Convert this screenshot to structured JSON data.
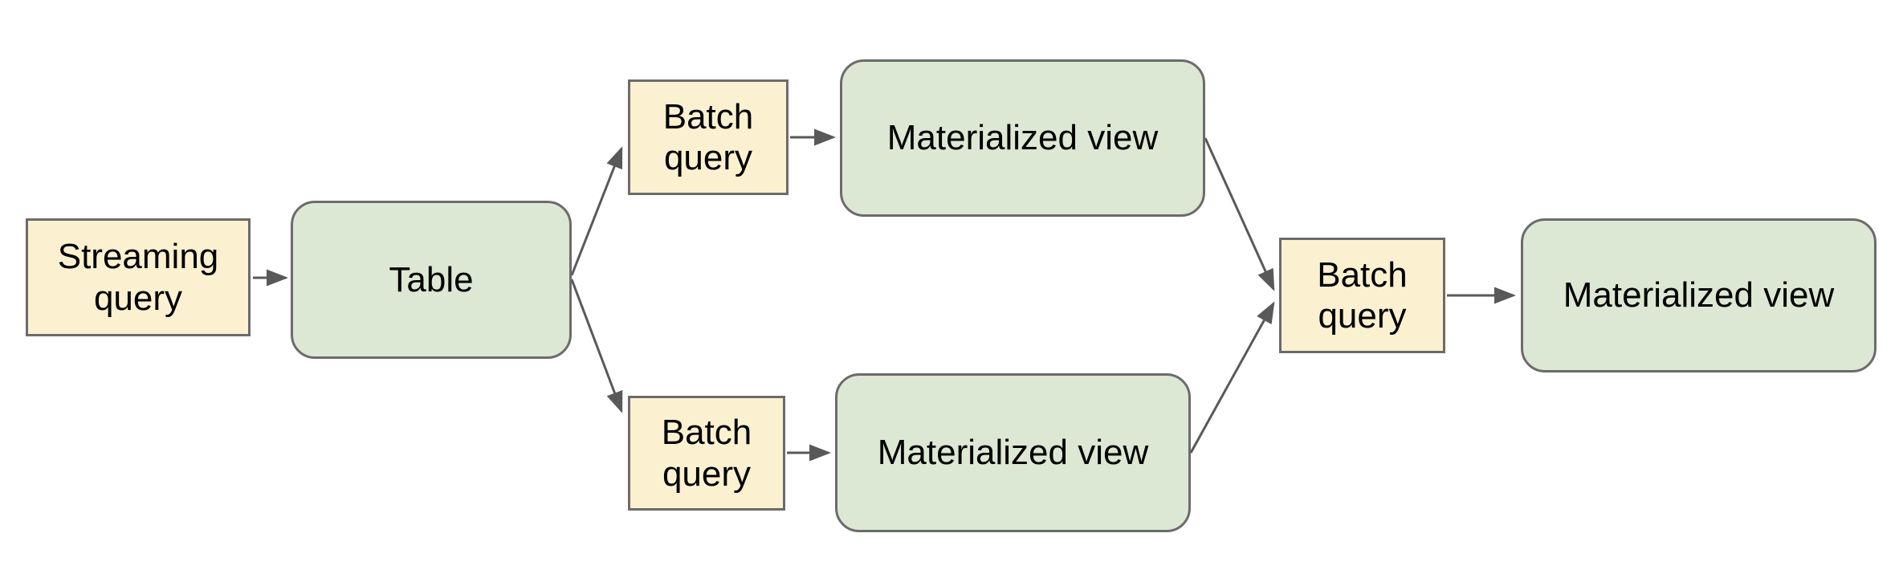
{
  "palette": {
    "background_color": "#FFFFFF",
    "query_fill": "#FBF1D0",
    "query_border": "#6B6B6B",
    "store_fill": "#DCE8D3",
    "store_border": "#6B6B6B",
    "arrow_color": "#595959",
    "text_color": "#000000"
  },
  "nodes": {
    "streaming_query": {
      "label": "Streaming query",
      "type": "query"
    },
    "table": {
      "label": "Table",
      "type": "store"
    },
    "batch_query_top": {
      "label": "Batch query",
      "type": "query"
    },
    "materialized_view_top": {
      "label": "Materialized view",
      "type": "store"
    },
    "batch_query_bottom": {
      "label": "Batch query",
      "type": "query"
    },
    "materialized_view_bottom": {
      "label": "Materialized view",
      "type": "store"
    },
    "batch_query_right": {
      "label": "Batch query",
      "type": "query"
    },
    "materialized_view_right": {
      "label": "Materialized view",
      "type": "store"
    }
  },
  "edges": [
    {
      "from": "streaming_query",
      "to": "table"
    },
    {
      "from": "table",
      "to": "batch_query_top"
    },
    {
      "from": "table",
      "to": "batch_query_bottom"
    },
    {
      "from": "batch_query_top",
      "to": "materialized_view_top"
    },
    {
      "from": "batch_query_bottom",
      "to": "materialized_view_bottom"
    },
    {
      "from": "materialized_view_top",
      "to": "batch_query_right"
    },
    {
      "from": "materialized_view_bottom",
      "to": "batch_query_right"
    },
    {
      "from": "batch_query_right",
      "to": "materialized_view_right"
    }
  ]
}
